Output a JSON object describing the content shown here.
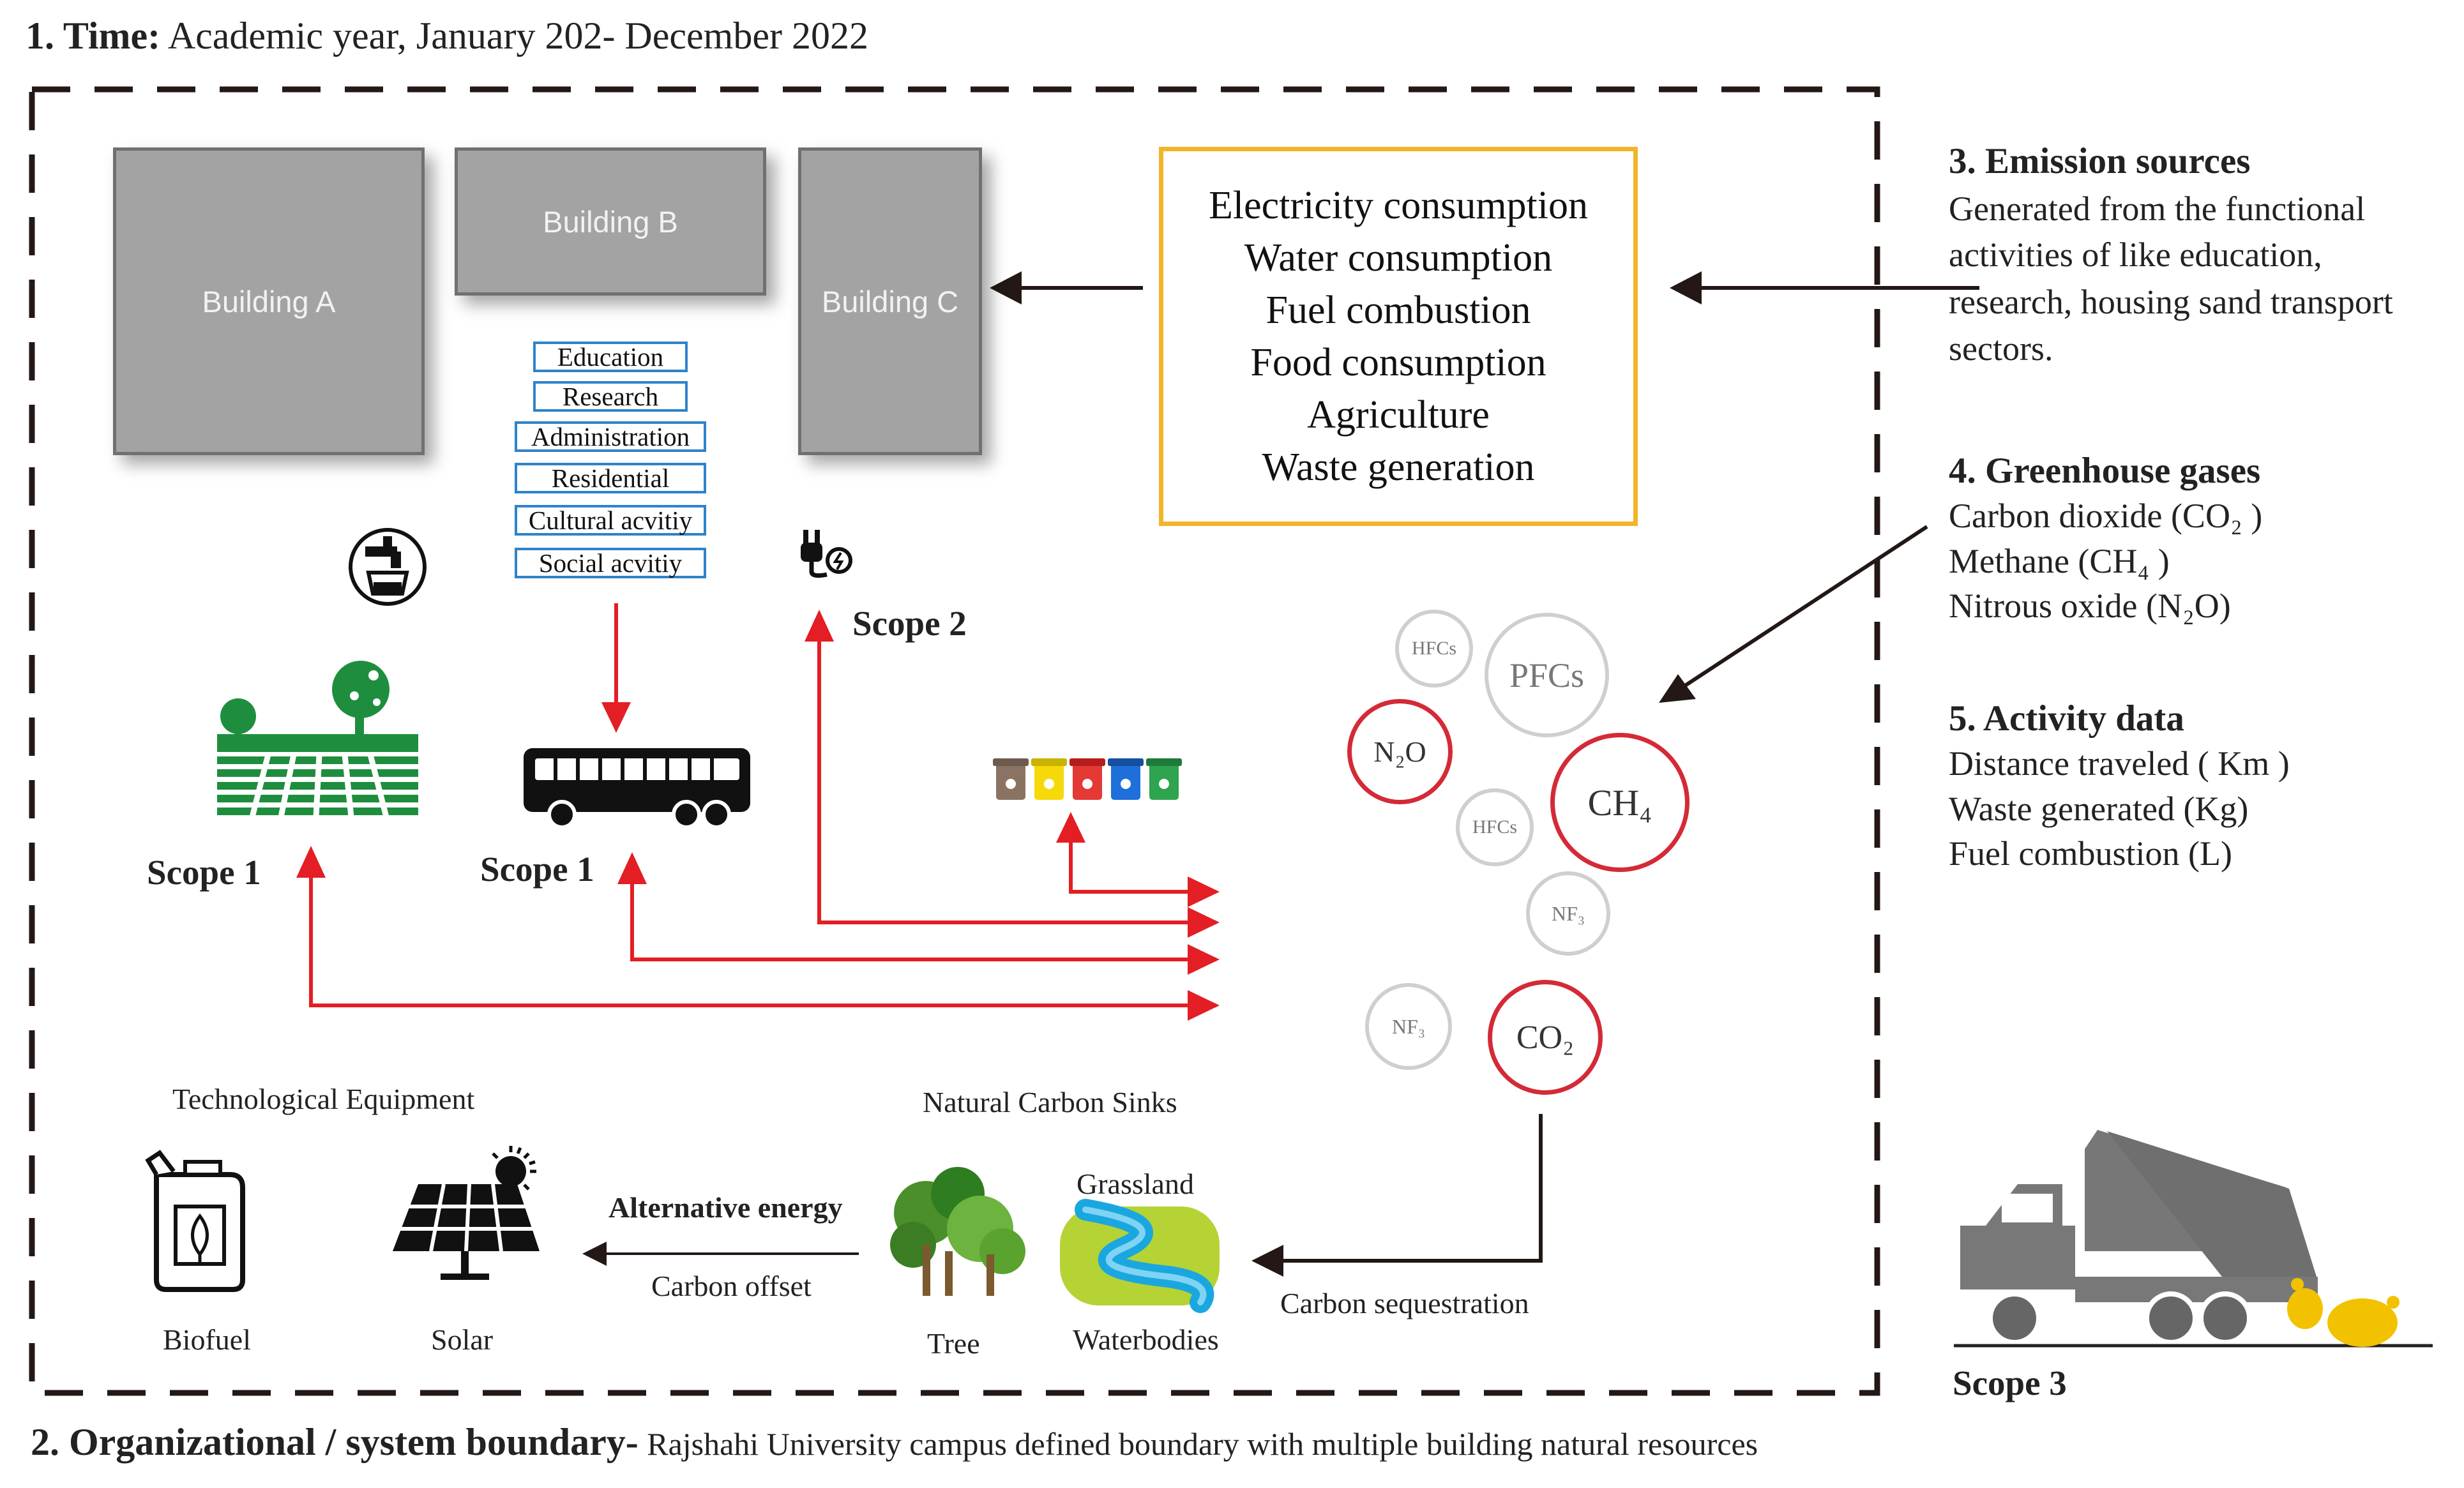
{
  "header": {
    "time_label": "1. Time:",
    "time_text": "Academic year, January 202- December 2022"
  },
  "footer": {
    "boundary_label": "2. Organizational / system boundary-",
    "boundary_text": "Rajshahi University campus defined boundary with multiple building natural resources"
  },
  "buildings": [
    "Building A",
    "Building B",
    "Building C"
  ],
  "activities": [
    "Education",
    "Research",
    "Administration",
    "Residential",
    "Cultural acvitiy",
    "Social acvitiy"
  ],
  "emission_box": {
    "items": [
      "Electricity consumption",
      "Water consumption",
      "Fuel combustion",
      "Food consumption",
      "Agriculture",
      "Waste generation"
    ]
  },
  "side_panel": {
    "emission_sources": {
      "title": "3. Emission sources",
      "lines": [
        "Generated from the functional",
        "activities of  like education,",
        "research, housing sand transport",
        "sectors."
      ]
    },
    "greenhouse_gases": {
      "title": "4. Greenhouse gases",
      "lines": [
        "Carbon dioxide (CO₂ )",
        "Methane (CH₄ )",
        "Nitrous oxide (N₂O)"
      ]
    },
    "activity_data": {
      "title": "5. Activity data",
      "lines": [
        "Distance traveled ( Km )",
        "Waste generated (Kg)",
        "Fuel combustion (L)"
      ]
    }
  },
  "gases": {
    "hfcs_top": "HFCs",
    "pfcs": "PFCs",
    "n2o": "N₂O",
    "ch4": "CH₄",
    "hfcs_mid": "HFCs",
    "nf3_right": "NF₃",
    "nf3_left": "NF₃",
    "co2": "CO₂"
  },
  "scopes": {
    "agriculture": "Scope 1",
    "transport": "Scope 1",
    "electricity": "Scope 2",
    "waste_truck": "Scope 3"
  },
  "bottom": {
    "tech_equipment": "Technological Equipment",
    "biofuel": "Biofuel",
    "solar": "Solar",
    "alternative_energy": "Alternative energy",
    "carbon_offset": "Carbon offset",
    "natural_sinks": "Natural Carbon Sinks",
    "grassland": "Grassland",
    "tree": "Tree",
    "waterbodies": "Waterbodies",
    "carbon_sequestration": "Carbon sequestration"
  },
  "colors": {
    "arrow_red": "#e31e24",
    "arrow_black": "#231815",
    "building_gray": "#a3a3a3",
    "box_orange": "#f2b52a",
    "box_blue": "#2f83c9",
    "green": "#1e8e3e"
  }
}
